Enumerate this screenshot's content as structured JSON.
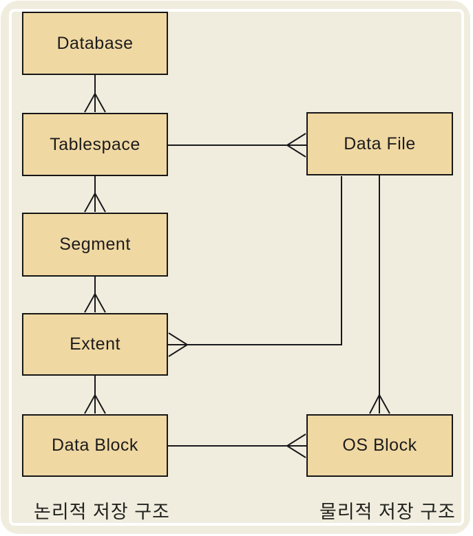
{
  "diagram": {
    "type": "erd-crowsfoot",
    "nodes": [
      {
        "id": "database",
        "label": "Database"
      },
      {
        "id": "tablespace",
        "label": "Tablespace"
      },
      {
        "id": "segment",
        "label": "Segment"
      },
      {
        "id": "extent",
        "label": "Extent"
      },
      {
        "id": "data_block",
        "label": "Data Block"
      },
      {
        "id": "data_file",
        "label": "Data File"
      },
      {
        "id": "os_block",
        "label": "OS Block"
      }
    ],
    "captions": {
      "logical": "논리적 저장 구조",
      "physical": "물리적 저장 구조"
    },
    "relationships": [
      {
        "from": "Database",
        "to": "Tablespace",
        "many_side": "Tablespace"
      },
      {
        "from": "Tablespace",
        "to": "Segment",
        "many_side": "Segment"
      },
      {
        "from": "Segment",
        "to": "Extent",
        "many_side": "Extent"
      },
      {
        "from": "Extent",
        "to": "Data Block",
        "many_side": "Data Block"
      },
      {
        "from": "Tablespace",
        "to": "Data File",
        "many_side": "Data File"
      },
      {
        "from": "Data File",
        "to": "Extent",
        "many_side": "Extent"
      },
      {
        "from": "Data File",
        "to": "OS Block",
        "many_side": "OS Block"
      },
      {
        "from": "Data Block",
        "to": "OS Block",
        "many_side": "OS Block"
      }
    ],
    "colors": {
      "canvas_bg": "#F0EDDE",
      "frame_border": "#FFFFFF",
      "node_fill": "#F0D8A3",
      "node_border": "#151515",
      "line": "#17171a",
      "text": "#1C1C1C"
    }
  }
}
